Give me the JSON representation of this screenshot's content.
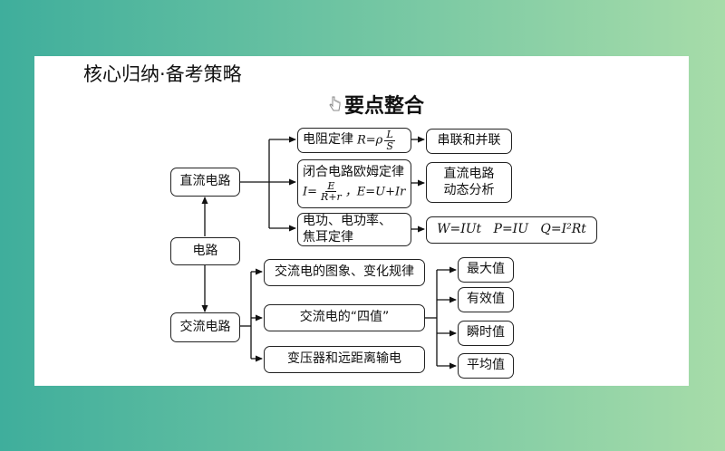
{
  "header": {
    "title": "核心归纳·备考策略"
  },
  "section": {
    "title": "要点整合"
  },
  "nodes": {
    "circuit": "电路",
    "dc_circuit": "直流电路",
    "ac_circuit": "交流电路",
    "resistance_law": {
      "label": "电阻定律",
      "lhs": "R=ρ",
      "num": "L",
      "den": "S"
    },
    "ohm_law": {
      "label": "闭合电路欧姆定律",
      "lhs": "I=",
      "num": "E",
      "den": "R+r",
      "rest": "，E=U+Ir"
    },
    "power_law": {
      "line1": "电功、电功率、",
      "line2": "焦耳定律"
    },
    "series_parallel": "串联和并联",
    "dynamic_analysis": {
      "line1": "直流电路",
      "line2": "动态分析"
    },
    "power_formulas": "W=IUt   P=IU   Q=I²Rt",
    "ac_image": "交流电的图象、变化规律",
    "ac_four_values": "交流电的“四值”",
    "transformer": "变压器和远距离输电",
    "max_value": "最大值",
    "effective_value": "有效值",
    "instant_value": "瞬时值",
    "average_value": "平均值"
  }
}
